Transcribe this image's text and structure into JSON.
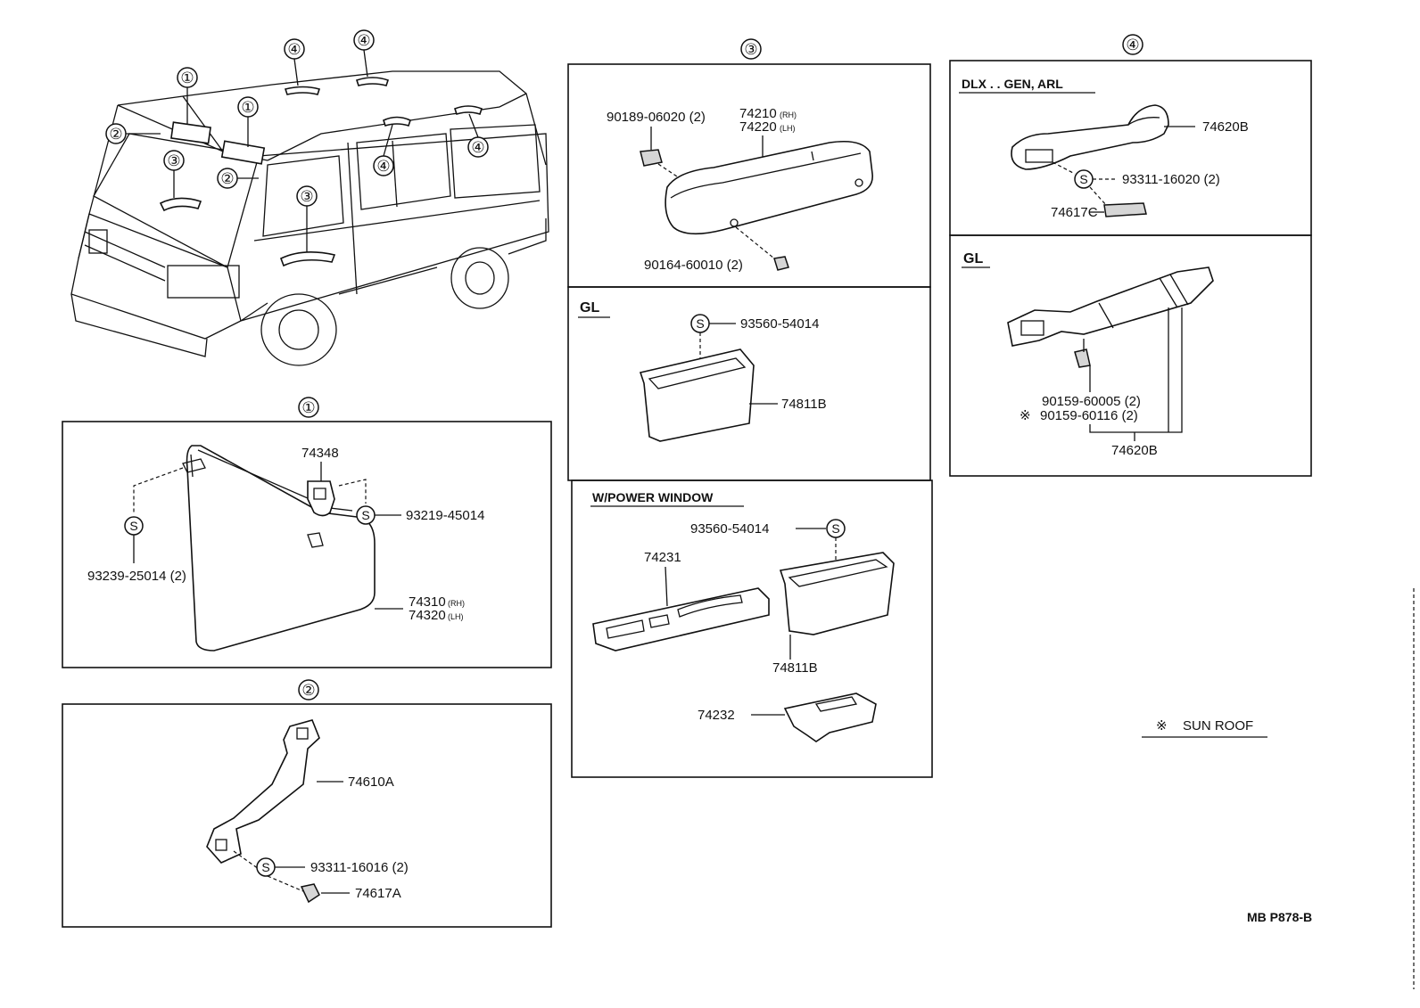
{
  "callouts": {
    "one": "①",
    "two": "②",
    "three": "③",
    "four": "④",
    "s_mark": "S"
  },
  "sections": {
    "one": "①",
    "two": "②",
    "three": "③",
    "four": "④"
  },
  "sun_visor": {
    "bracket_part": "74348",
    "screw_right": "93219-45014",
    "screw_left": "93239-25014 (2)",
    "visor_rh": "74310",
    "visor_lh": "74320",
    "rh_tag": "(RH)",
    "lh_tag": "(LH)"
  },
  "grip_front": {
    "handle_part": "74610A",
    "screw": "93311-16016 (2)",
    "cover": "74617A"
  },
  "assist_grip": {
    "clip": "90189-06020 (2)",
    "grip_rh": "74210",
    "grip_lh": "74220",
    "rh_tag": "(RH)",
    "lh_tag": "(LH)",
    "screw": "90164-60010 (2)"
  },
  "pocket_gl": {
    "heading": "GL",
    "screw": "93560-54014",
    "pocket": "74811B"
  },
  "power_window": {
    "heading": "W/POWER WINDOW",
    "screw": "93560-54014",
    "bezel": "74231",
    "pocket": "74811B",
    "switch_base": "74232"
  },
  "rear_grip": {
    "heading": "DLX . . GEN, ARL",
    "handle": "74620B",
    "screw": "93311-16020 (2)",
    "cover": "74617C"
  },
  "strap_gl": {
    "heading": "GL",
    "screw_a": "90159-60005 (2)",
    "screw_b_mark": "※",
    "screw_b": "90159-60116 (2)",
    "strap": "74620B"
  },
  "legend": {
    "mark": "※",
    "label": "SUN ROOF"
  },
  "footer": {
    "code": "MB P878-B"
  }
}
